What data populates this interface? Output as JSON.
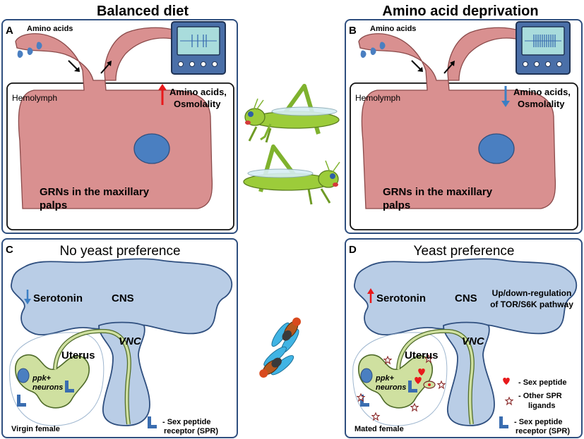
{
  "headers": {
    "left": "Balanced diet",
    "right": "Amino acid deprivation"
  },
  "panel_a": {
    "letter": "A",
    "amino_acids": "Amino acids",
    "hemolymph": "Hemolymph",
    "change_line1": "Amino acids,",
    "change_line2": "Osmolality",
    "cell_line1": "GRNs in the maxillary",
    "cell_line2": "palps",
    "arrow_direction": "up",
    "arrow_color": "#e8191b",
    "monitor_spikes": "sparse"
  },
  "panel_b": {
    "letter": "B",
    "amino_acids": "Amino acids",
    "hemolymph": "Hemolymph",
    "change_line1": "Amino acids,",
    "change_line2": "Osmolality",
    "cell_line1": "GRNs in the maxillary",
    "cell_line2": "palps",
    "arrow_direction": "down",
    "arrow_color": "#3b7fc4",
    "monitor_spikes": "dense"
  },
  "panel_c": {
    "letter": "C",
    "title": "No yeast preference",
    "serotonin": "Serotonin",
    "cns": "CNS",
    "vnc": "VNC",
    "uterus": "Uterus",
    "ppk_line1": "ppk+",
    "ppk_line2": "neurons",
    "female": "Virgin female",
    "legend_spr_line1": "- Sex peptide",
    "legend_spr_line2": "receptor (SPR)",
    "arrow_direction": "down",
    "arrow_color": "#3b7fc4"
  },
  "panel_d": {
    "letter": "D",
    "title": "Yeast preference",
    "serotonin": "Serotonin",
    "cns": "CNS",
    "tor_line1": "Up/down-regulation",
    "tor_line2": "of TOR/S6K pathway",
    "vnc": "VNC",
    "uterus": "Uterus",
    "ppk_line1": "ppk+",
    "ppk_line2": "neurons",
    "female": "Mated female",
    "legend_sp": "- Sex peptide",
    "legend_other_line1": "- Other SPR",
    "legend_other_line2": "ligands",
    "legend_spr_line1": "- Sex peptide",
    "legend_spr_line2": "receptor (SPR)",
    "arrow_direction": "up",
    "arrow_color": "#e8191b"
  },
  "colors": {
    "panel_border": "#2f4f7f",
    "panel_fill": "#ffffff",
    "neuron": "#d99090",
    "nucleus": "#4a7fc1",
    "cns": "#b9cde6",
    "cns_stroke": "#2f4f7f",
    "uterus": "#cfe0a0",
    "uterus_stroke": "#4f6b2a",
    "spr": "#3a6db0",
    "sex_peptide": "#e8191b",
    "monitor_body": "#4a6fa8",
    "monitor_screen": "#a9dcdc",
    "grasshopper": "#9ccc3a",
    "fly_wing": "#40b4e4"
  }
}
